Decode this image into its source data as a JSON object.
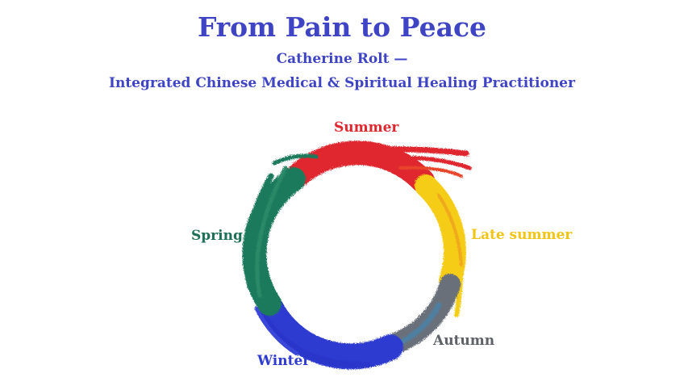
{
  "header": {
    "title": "From Pain to Peace",
    "author": "Catherine Rolt —",
    "role": "Integrated Chinese Medical & Spiritual Healing Practitioner"
  },
  "seasons": {
    "summer": {
      "label": "Summer",
      "color": "#e0262e"
    },
    "late_summer": {
      "label": "Late summer",
      "color": "#f5cc16"
    },
    "autumn": {
      "label": "Autumn",
      "color": "#6b6f7a"
    },
    "winter": {
      "label": "Winter",
      "color": "#2f3bd1"
    },
    "spring": {
      "label": "Spring",
      "color": "#1d7a5c"
    }
  },
  "colors": {
    "heading": "#3f44c4"
  }
}
